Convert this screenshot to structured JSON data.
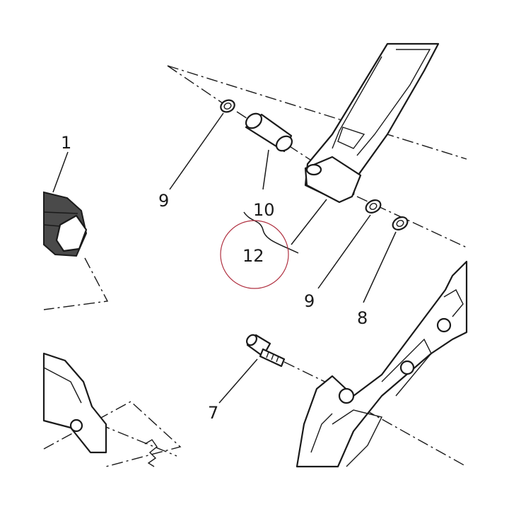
{
  "callouts": [
    {
      "id": "c1",
      "text": "1"
    },
    {
      "id": "c9a",
      "text": "9"
    },
    {
      "id": "c10",
      "text": "10"
    },
    {
      "id": "c12",
      "text": "12"
    },
    {
      "id": "c9b",
      "text": "9"
    },
    {
      "id": "c8",
      "text": "8"
    },
    {
      "id": "c7",
      "text": "7"
    }
  ],
  "highlight": {
    "color": "#b03040",
    "encircled_callout": "12"
  },
  "colors": {
    "line": "#1a1a1a",
    "housing_fill": "#4a4a4a",
    "background": "#ffffff"
  }
}
